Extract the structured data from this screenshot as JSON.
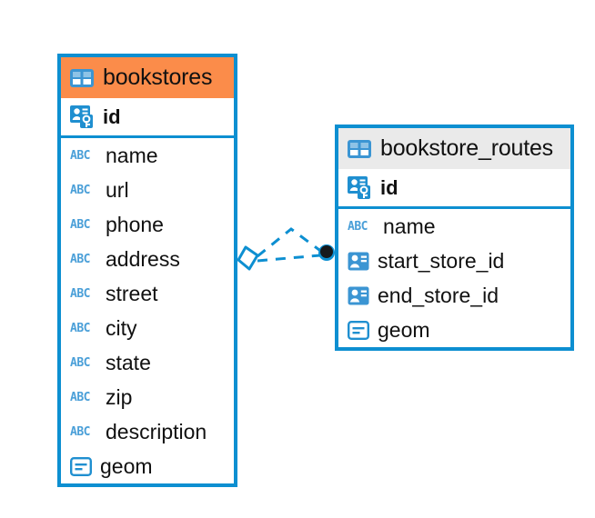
{
  "diagram": {
    "type": "entity-relationship-diagram",
    "background": "#ffffff",
    "accent_color": "#0d8fd1",
    "selected_header_color": "#fb8c4a",
    "header_color": "#eaeaea",
    "icon_blue": "#3b95d3",
    "abc_blue": "#4a9fd8"
  },
  "tables": [
    {
      "name": "bookstores",
      "header_icon": "table-icon",
      "selected": true,
      "columns": [
        {
          "name": "id",
          "icon": "primary-key-icon",
          "primary": true
        },
        {
          "name": "name",
          "icon": "text-abc-icon",
          "primary": false
        },
        {
          "name": "url",
          "icon": "text-abc-icon",
          "primary": false
        },
        {
          "name": "phone",
          "icon": "text-abc-icon",
          "primary": false
        },
        {
          "name": "address",
          "icon": "text-abc-icon",
          "primary": false
        },
        {
          "name": "street",
          "icon": "text-abc-icon",
          "primary": false
        },
        {
          "name": "city",
          "icon": "text-abc-icon",
          "primary": false
        },
        {
          "name": "state",
          "icon": "text-abc-icon",
          "primary": false
        },
        {
          "name": "zip",
          "icon": "text-abc-icon",
          "primary": false
        },
        {
          "name": "description",
          "icon": "text-abc-icon",
          "primary": false
        },
        {
          "name": "geom",
          "icon": "geometry-icon",
          "primary": false
        }
      ]
    },
    {
      "name": "bookstore_routes",
      "header_icon": "table-icon",
      "selected": false,
      "columns": [
        {
          "name": "id",
          "icon": "primary-key-icon",
          "primary": true
        },
        {
          "name": "name",
          "icon": "text-abc-icon",
          "primary": false
        },
        {
          "name": "start_store_id",
          "icon": "foreign-key-icon",
          "primary": false
        },
        {
          "name": "end_store_id",
          "icon": "foreign-key-icon",
          "primary": false
        },
        {
          "name": "geom",
          "icon": "geometry-icon",
          "primary": false
        }
      ]
    }
  ],
  "relationship": {
    "style": "dashed",
    "color": "#0d8fd1",
    "source_marker": "diamond",
    "target_marker": "filled-circle",
    "label": ""
  },
  "icon_labels": {
    "abc": "ABC"
  }
}
